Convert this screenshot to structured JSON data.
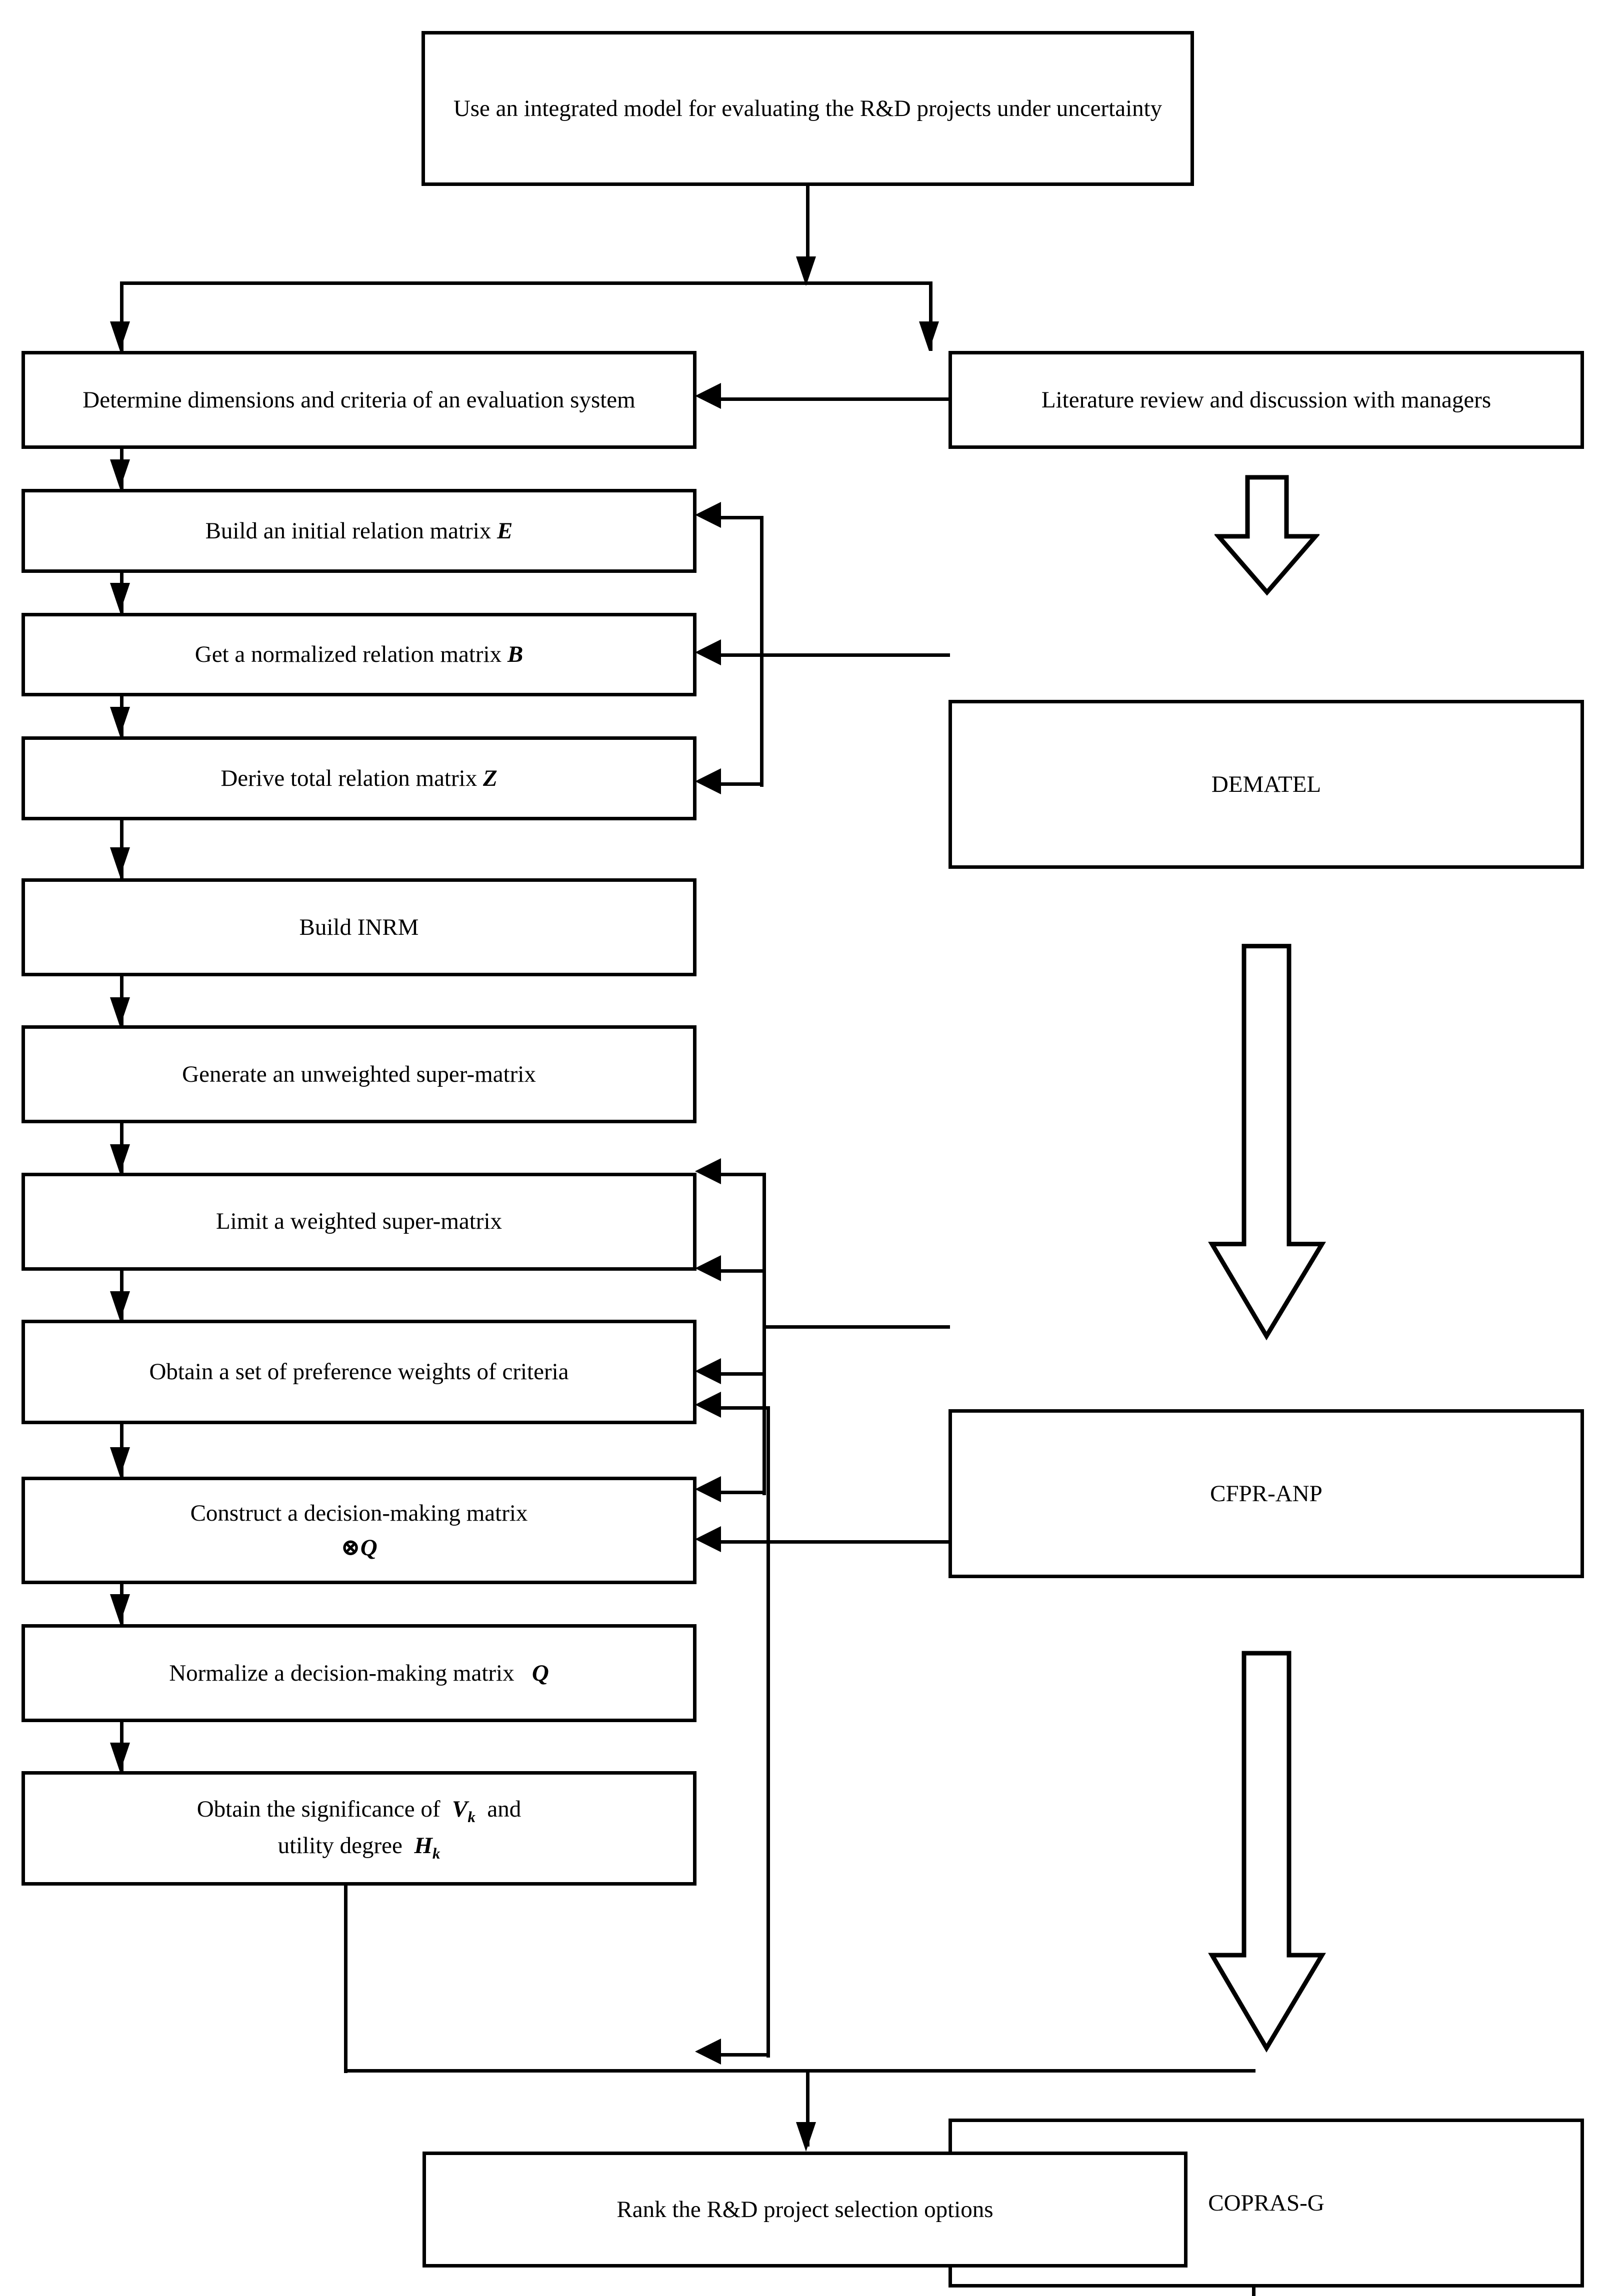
{
  "diagram": {
    "title": "Integrated model for evaluating R&D projects under uncertainty",
    "type": "flowchart",
    "line_color": "#000000",
    "background": "#ffffff"
  },
  "nodes": {
    "top": {
      "label": "Use an integrated model for evaluating the R&D projects under uncertainty"
    },
    "left": [
      {
        "id": "determine",
        "label": "Determine dimensions and criteria of an evaluation system"
      },
      {
        "id": "initial_matrix",
        "label": "Build an initial relation matrix E",
        "symbol": "E"
      },
      {
        "id": "normalized",
        "label": "Get a normalized relation matrix B",
        "symbol": "B"
      },
      {
        "id": "total_relation",
        "label": "Derive total relation matrix Z",
        "symbol": "Z"
      },
      {
        "id": "inrm",
        "label": "Build INRM"
      },
      {
        "id": "unweighted",
        "label": "Generate an unweighted super-matrix"
      },
      {
        "id": "limit",
        "label": "Limit a weighted super-matrix"
      },
      {
        "id": "weights",
        "label": "Obtain a set of preference weights of criteria"
      },
      {
        "id": "construct",
        "label": "Construct a decision-making matrix",
        "symbol": "⊗Q"
      },
      {
        "id": "normalize",
        "label": "Normalize a decision-making matrix",
        "symbol": "Q"
      },
      {
        "id": "significance",
        "label_line1": "Obtain the significance of",
        "symbol1": "V",
        "symbol1_sub": "k",
        "label_mid": "and",
        "label_line2": "utility degree",
        "symbol2": "H",
        "symbol2_sub": "k"
      }
    ],
    "right": [
      {
        "id": "literature",
        "label": "Literature review and discussion with managers"
      },
      {
        "id": "dematel",
        "label": "DEMATEL"
      },
      {
        "id": "cfpr_anp",
        "label": "CFPR-ANP"
      },
      {
        "id": "copras_g",
        "label": "COPRAS-G"
      }
    ],
    "bottom": {
      "id": "rank",
      "label": "Rank the R&D project selection options"
    }
  },
  "connectors": {
    "split_from_top": "Use an integrated model splits to Determine dimensions and Literature review",
    "literature_to_determine": "Literature review and discussion with managers → Determine dimensions and criteria",
    "dematel_targets": [
      "Build an initial relation matrix E",
      "Get a normalized relation matrix B",
      "Derive total relation matrix Z"
    ],
    "cfpr_anp_targets": [
      "Build INRM",
      "Generate an unweighted super-matrix",
      "Limit a weighted super-matrix",
      "Obtain a set of preference weights of criteria"
    ],
    "copras_g_targets": [
      "Construct a decision-making matrix ⊗Q",
      "Normalize a decision-making matrix Q",
      "Obtain the significance of Vk and utility degree Hk"
    ],
    "merge_to_rank": "Obtain the significance & COPRAS-G → Rank the R&D project selection options"
  }
}
